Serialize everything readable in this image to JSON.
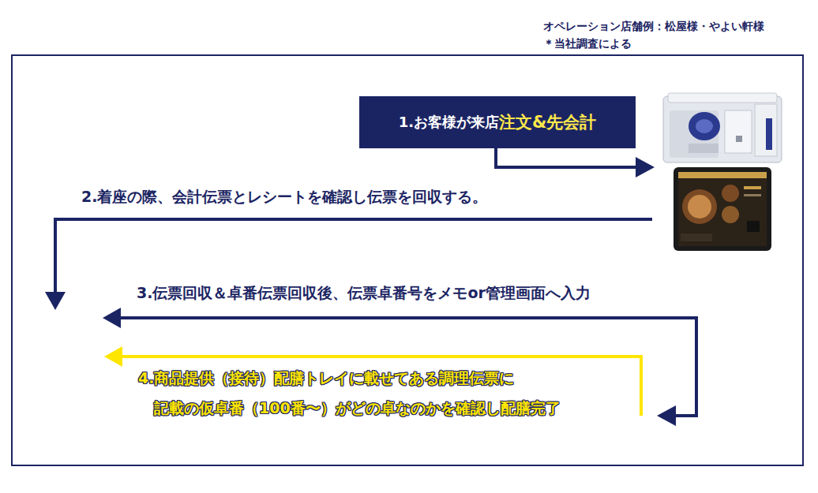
{
  "diagram": {
    "nodes": [
      {
        "text": [
          "1.お客様が来店",
          "注文&先会計"
        ]
      }
    ],
    "labels": [
      "オペレーション店舗例：松屋様・やよい軒様",
      "＊当社調査による",
      "2.着座の際、会計伝票とレシートを確認し伝票を回収する。",
      "3.伝票回収＆卓番伝票回収後、伝票卓番号をメモor管理画面へ入力",
      "4.商品提供（接待）配膳トレイに載せてある調理伝票に",
      "記載の仮卓番（100番〜）がどの卓なのかを確認し配膳完了"
    ]
  }
}
